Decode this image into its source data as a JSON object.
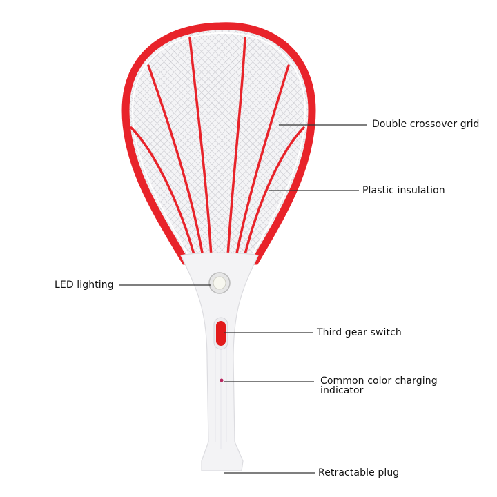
{
  "diagram": {
    "subject": "Electric mosquito swatter racket",
    "colors": {
      "frame": "#e8232a",
      "handle": "#f3f3f5",
      "mesh": "#d9d9de",
      "switch": "#e21b1b",
      "leader_line": "#333333",
      "text": "#111111"
    },
    "callouts": [
      {
        "id": "grid",
        "label": "Double crossover grid"
      },
      {
        "id": "insulation",
        "label": "Plastic insulation"
      },
      {
        "id": "led",
        "label": "LED lighting"
      },
      {
        "id": "switch",
        "label": "Third gear switch"
      },
      {
        "id": "indicator",
        "label": "Common color charging indicator"
      },
      {
        "id": "plug",
        "label": "Retractable plug"
      }
    ]
  }
}
